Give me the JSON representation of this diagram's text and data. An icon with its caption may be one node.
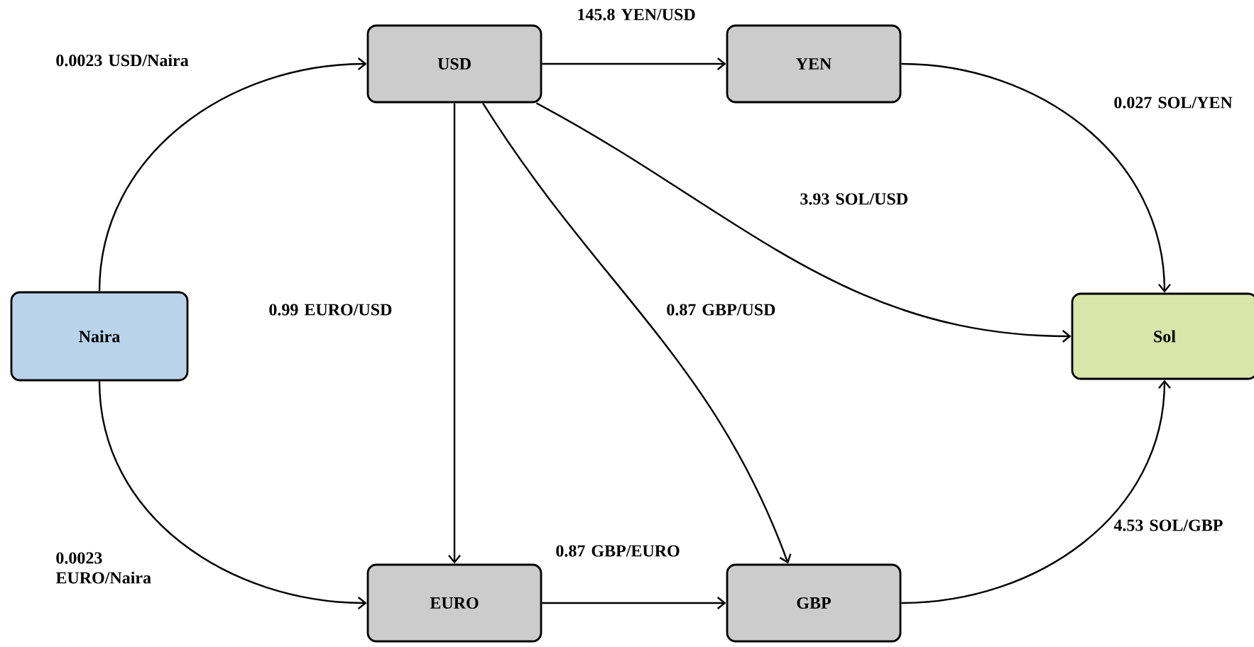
{
  "diagram": {
    "nodes": [
      {
        "text": [
          "Naira"
        ]
      },
      {
        "text": [
          "USD"
        ]
      },
      {
        "text": [
          "YEN"
        ]
      },
      {
        "text": [
          "EURO"
        ]
      },
      {
        "text": [
          "GBP"
        ]
      },
      {
        "text": [
          "Sol"
        ]
      }
    ],
    "edges": [
      {
        "from": 0,
        "to": 1,
        "arrow": "to",
        "label": "0.0023 USD/Naira"
      },
      {
        "from": 0,
        "to": 3,
        "arrow": "to",
        "label": "0.0023 EURO/Naira"
      },
      {
        "from": 1,
        "to": 2,
        "arrow": "to",
        "label": "145.8 YEN/USD"
      },
      {
        "from": 1,
        "to": 3,
        "arrow": "to",
        "label": "0.99 EURO/USD"
      },
      {
        "from": 1,
        "to": 4,
        "arrow": "to",
        "label": "0.87 GBP/USD"
      },
      {
        "from": 1,
        "to": 5,
        "arrow": "to",
        "label": "3.93 SOL/USD"
      },
      {
        "from": 2,
        "to": 5,
        "arrow": "to",
        "label": "0.027 SOL/YEN"
      },
      {
        "from": 3,
        "to": 4,
        "arrow": "to",
        "label": "0.87 GBP/EURO"
      },
      {
        "from": 4,
        "to": 5,
        "arrow": "to",
        "label": "4.53 SOL/GBP"
      }
    ]
  }
}
